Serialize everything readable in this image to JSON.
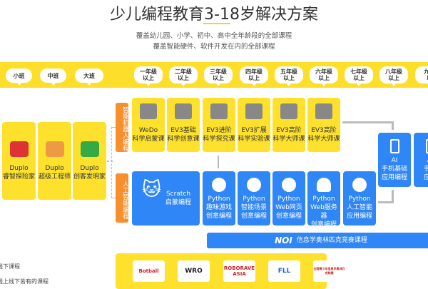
{
  "title": "少儿编程教育3-18岁解决方案",
  "subtitle_lines": [
    "覆盖幼儿园、小学、初中、高中全年龄段的全部课程",
    "覆盖智能硬件、软件开发在内的全部课程"
  ],
  "levels": [
    "小班",
    "中班",
    "大班"
  ],
  "grades": [
    [
      "一年级",
      "以上"
    ],
    [
      "二年级",
      "以上"
    ],
    [
      "三年级",
      "以上"
    ],
    [
      "四年级",
      "以上"
    ],
    [
      "五年级",
      "以上"
    ],
    [
      "六年级",
      "以上"
    ],
    [
      "七年级",
      "以上"
    ],
    [
      "八年级",
      "以上"
    ],
    [
      "九年",
      "以"
    ]
  ],
  "duplo": [
    [
      "Duplo",
      "睿智探险家"
    ],
    [
      "Duplo",
      "超级工程师"
    ],
    [
      "Duplo",
      "创客发明家"
    ]
  ],
  "robot_label": "智能机器人编程",
  "ai_label": "人工智能编程",
  "robot_courses": [
    [
      "WeDo",
      "科学启蒙课"
    ],
    [
      "EV3基础",
      "科学创意课"
    ],
    [
      "EV3进阶",
      "科学探究课"
    ],
    [
      "EV3扩展",
      "科学实验课"
    ],
    [
      "EV3高阶",
      "科学大师课"
    ],
    [
      "EV3高阶",
      "科学大师课"
    ]
  ],
  "scratch": [
    "Scratch",
    "启蒙编程"
  ],
  "python_courses": [
    [
      "Python",
      "趣味游戏",
      "创意编程"
    ],
    [
      "Python",
      "智能场景",
      "创意编程"
    ],
    [
      "Python",
      "Web网页",
      "创意编程"
    ],
    [
      "Python",
      "Web服务器",
      "创意编程"
    ],
    [
      "Python",
      "人工智能",
      "应用编程"
    ]
  ],
  "ai_courses": [
    [
      "AI",
      "手机基础",
      "应用编程"
    ],
    [
      "AI",
      "手机",
      "应用"
    ]
  ],
  "noi": {
    "logo": "NOI",
    "label": "信息学奥林匹克竞赛课程"
  },
  "competitions": [
    "Botball",
    "WRO",
    "ROBORAVE ASIA",
    "FLL",
    "全国青少年信息学奥林匹克联赛"
  ],
  "legend": [
    "线下课程",
    "线上线下皆有的课程"
  ],
  "colors": {
    "yellow": "#fde12d",
    "blue": "#2f86f6",
    "orange": "#f7902c"
  }
}
